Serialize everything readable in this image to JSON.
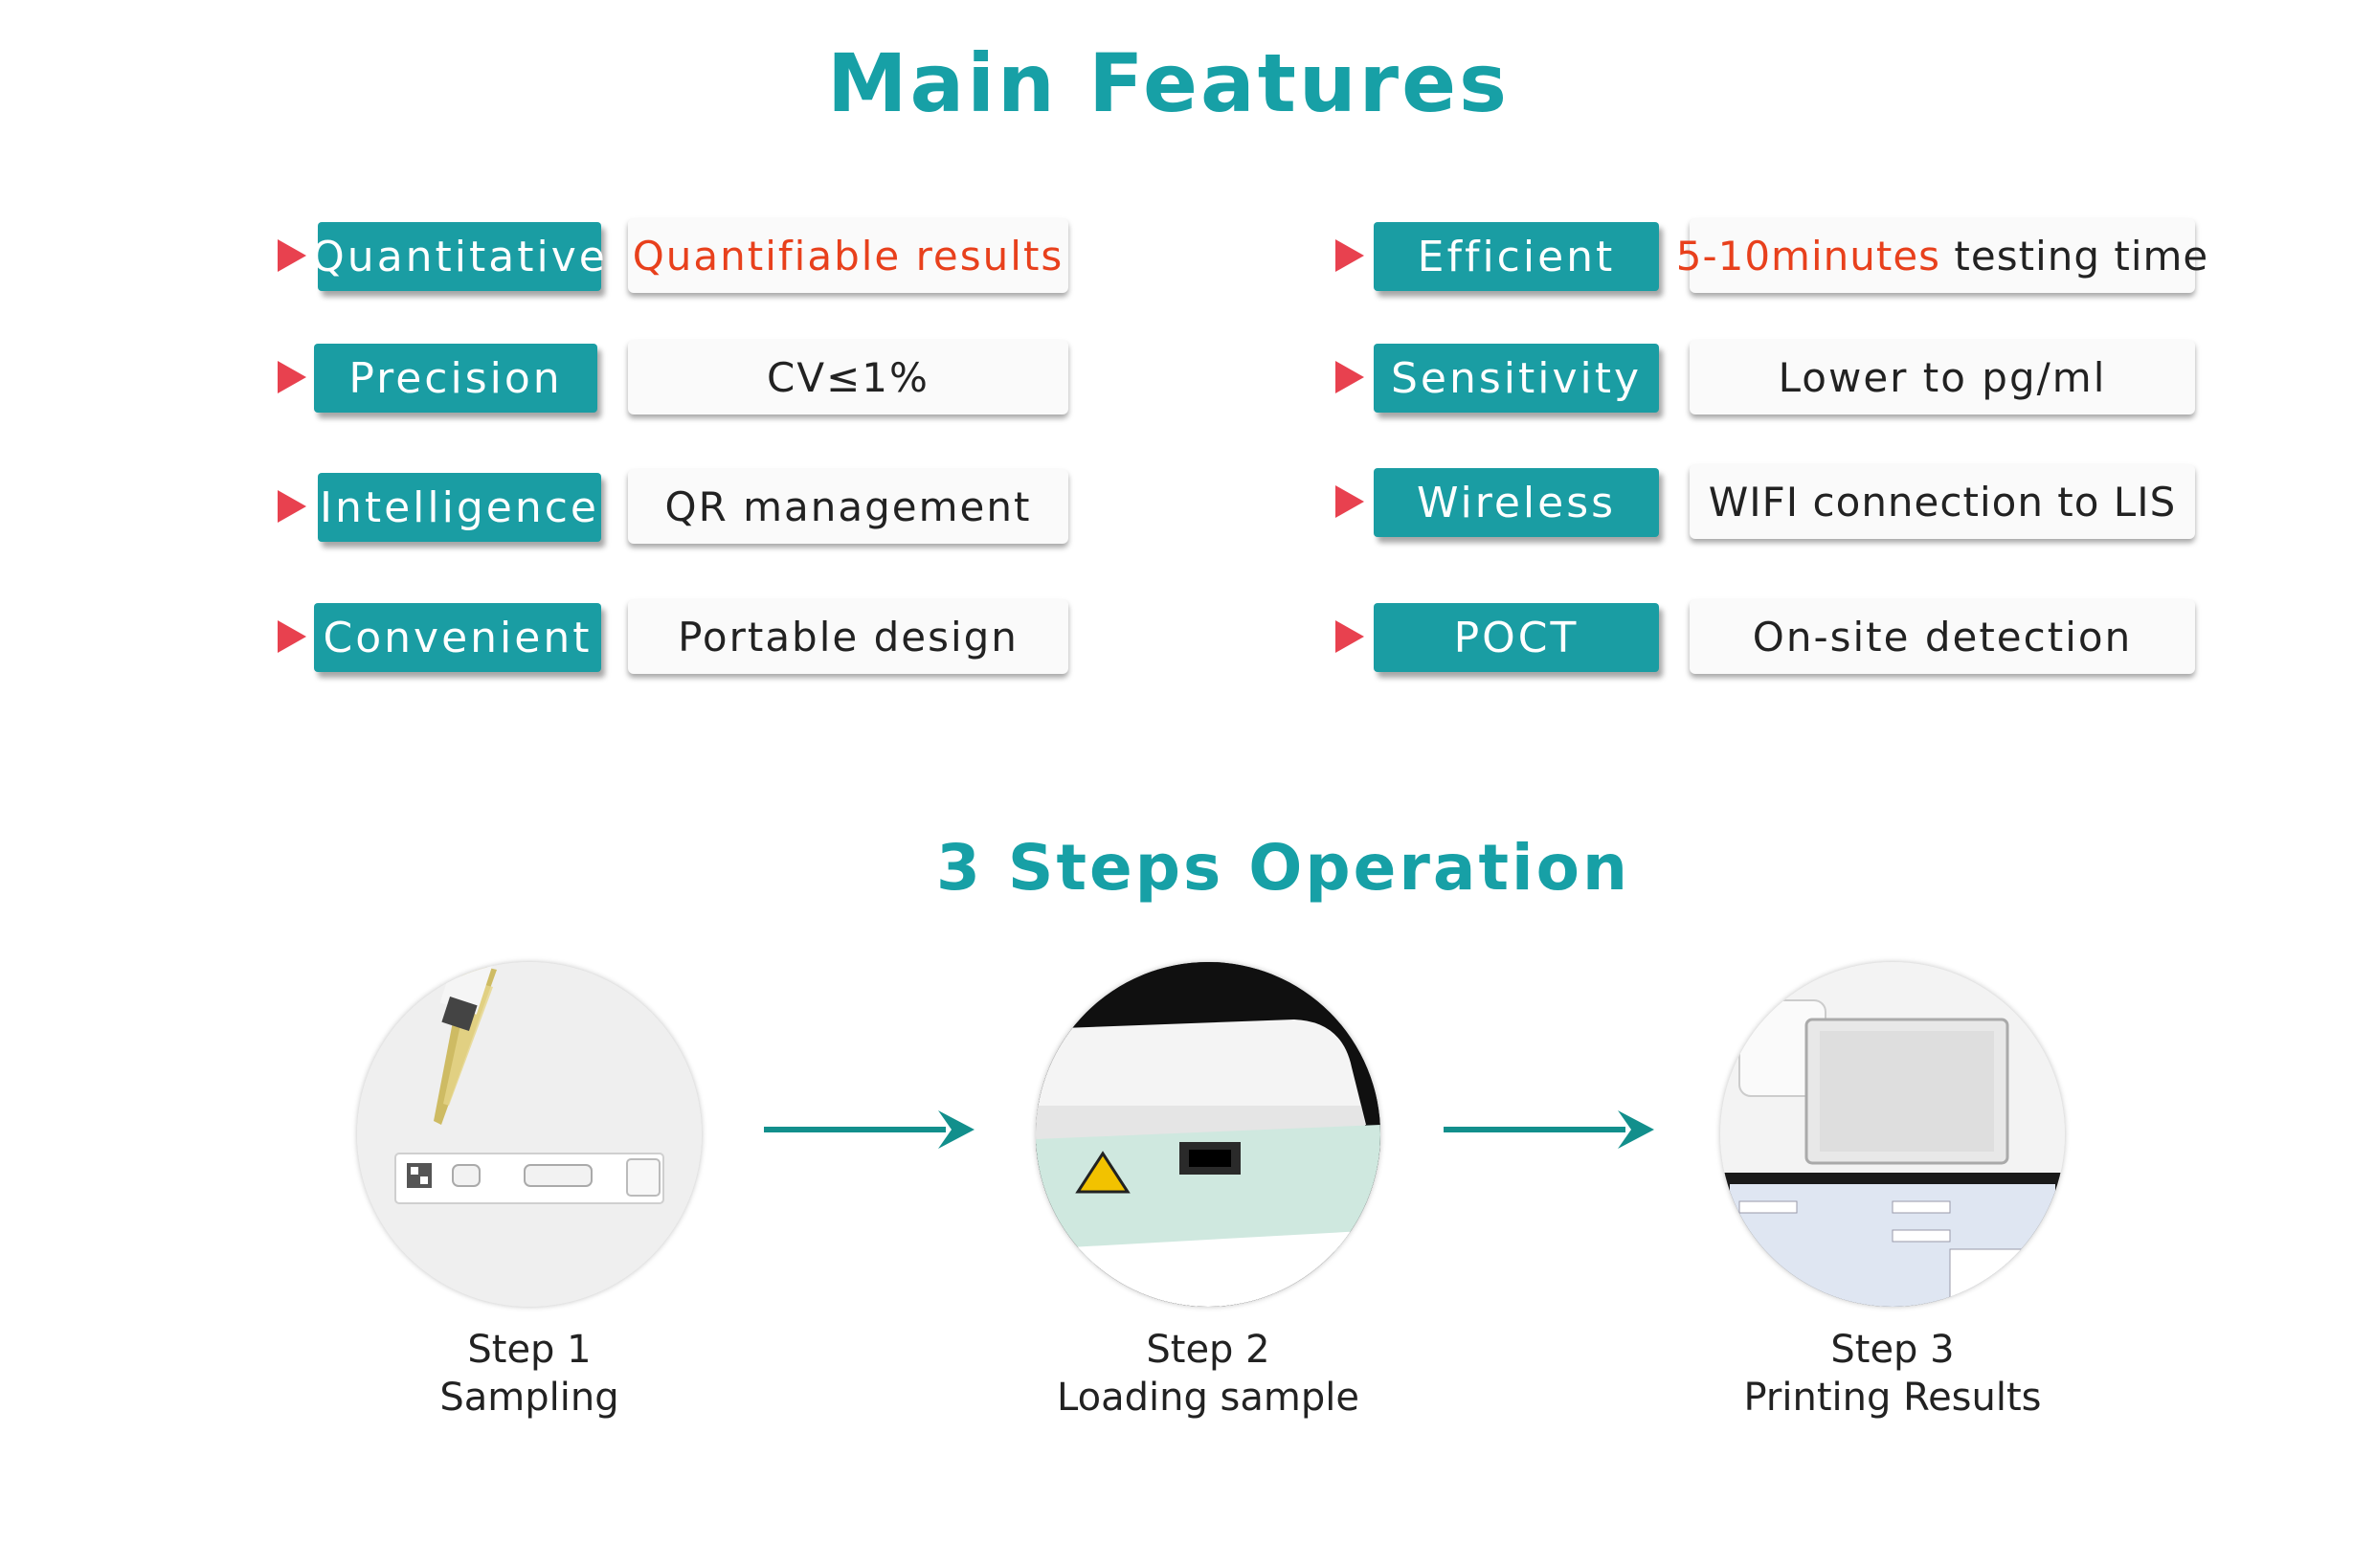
{
  "main_title": "Main Features",
  "steps_title": "3 Steps Operation",
  "accent_color": "#1a9da3",
  "highlight_color": "#e8401c",
  "features_left": [
    {
      "tag": "Quantitative",
      "desc": "Quantifiable results"
    },
    {
      "tag": "Precision",
      "desc": "CV≤1%"
    },
    {
      "tag": "Intelligence",
      "desc": "QR management"
    },
    {
      "tag": "Convenient",
      "desc": "Portable design"
    }
  ],
  "features_right": [
    {
      "tag": "Efficient",
      "desc_highlight": "5-10minutes",
      "desc": " testing time"
    },
    {
      "tag": "Sensitivity",
      "desc": "Lower to pg/ml"
    },
    {
      "tag": "Wireless",
      "desc": "WIFI connection to LIS"
    },
    {
      "tag": "POCT",
      "desc": "On-site detection"
    }
  ],
  "steps": [
    {
      "step": "Step 1",
      "label": "Sampling",
      "icon": "pipette-test-cassette-icon"
    },
    {
      "step": "Step 2",
      "label": "Loading sample",
      "icon": "analyzer-slot-icon"
    },
    {
      "step": "Step 3",
      "label": "Printing Results",
      "icon": "analyzer-printer-screen-icon"
    }
  ]
}
